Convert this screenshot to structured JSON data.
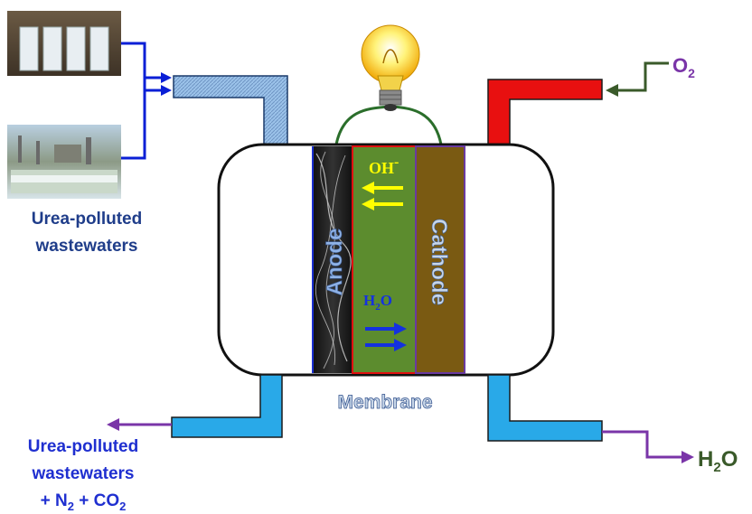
{
  "labels": {
    "inlet_line1": "Urea-polluted",
    "inlet_line2": "wastewaters",
    "outlet_line1": "Urea-polluted",
    "outlet_line2": "wastewaters",
    "outlet_line3_a": "+ N",
    "outlet_line3_sub1": "2",
    "outlet_line3_b": " + CO",
    "outlet_line3_sub2": "2",
    "o2_main": "O",
    "o2_sub": "2",
    "h2o_out_main": "H",
    "h2o_out_sub": "2",
    "h2o_out_tail": "O",
    "membrane": "Membrane",
    "anode": "Anode",
    "cathode": "Cathode",
    "oh_main": "OH",
    "oh_sup": "-",
    "h2o_in_main": "H",
    "h2o_in_sub": "2",
    "h2o_in_tail": "O"
  },
  "colors": {
    "inlet_arrow": "#0a1fd6",
    "outlet_arrow": "#7a35a8",
    "o2_arrow": "#3a5a2a",
    "h2o_arrow": "#7a35a8",
    "inlet_pipe": "#9cc3ea",
    "outlet_pipe": "#29a9e8",
    "o2_pipe": "#e81010",
    "membrane_green": "#5c8c2e",
    "cathode_brown": "#7a5a12",
    "oh_color": "#ffff00",
    "h2o_color": "#1431e0",
    "label_blue": "#1f3d8a",
    "label_green": "#3a5a2a"
  },
  "icons": {
    "bulb": "light-bulb-icon",
    "photo_top": "urinals-photo",
    "photo_bottom": "treatment-plant-photo"
  }
}
